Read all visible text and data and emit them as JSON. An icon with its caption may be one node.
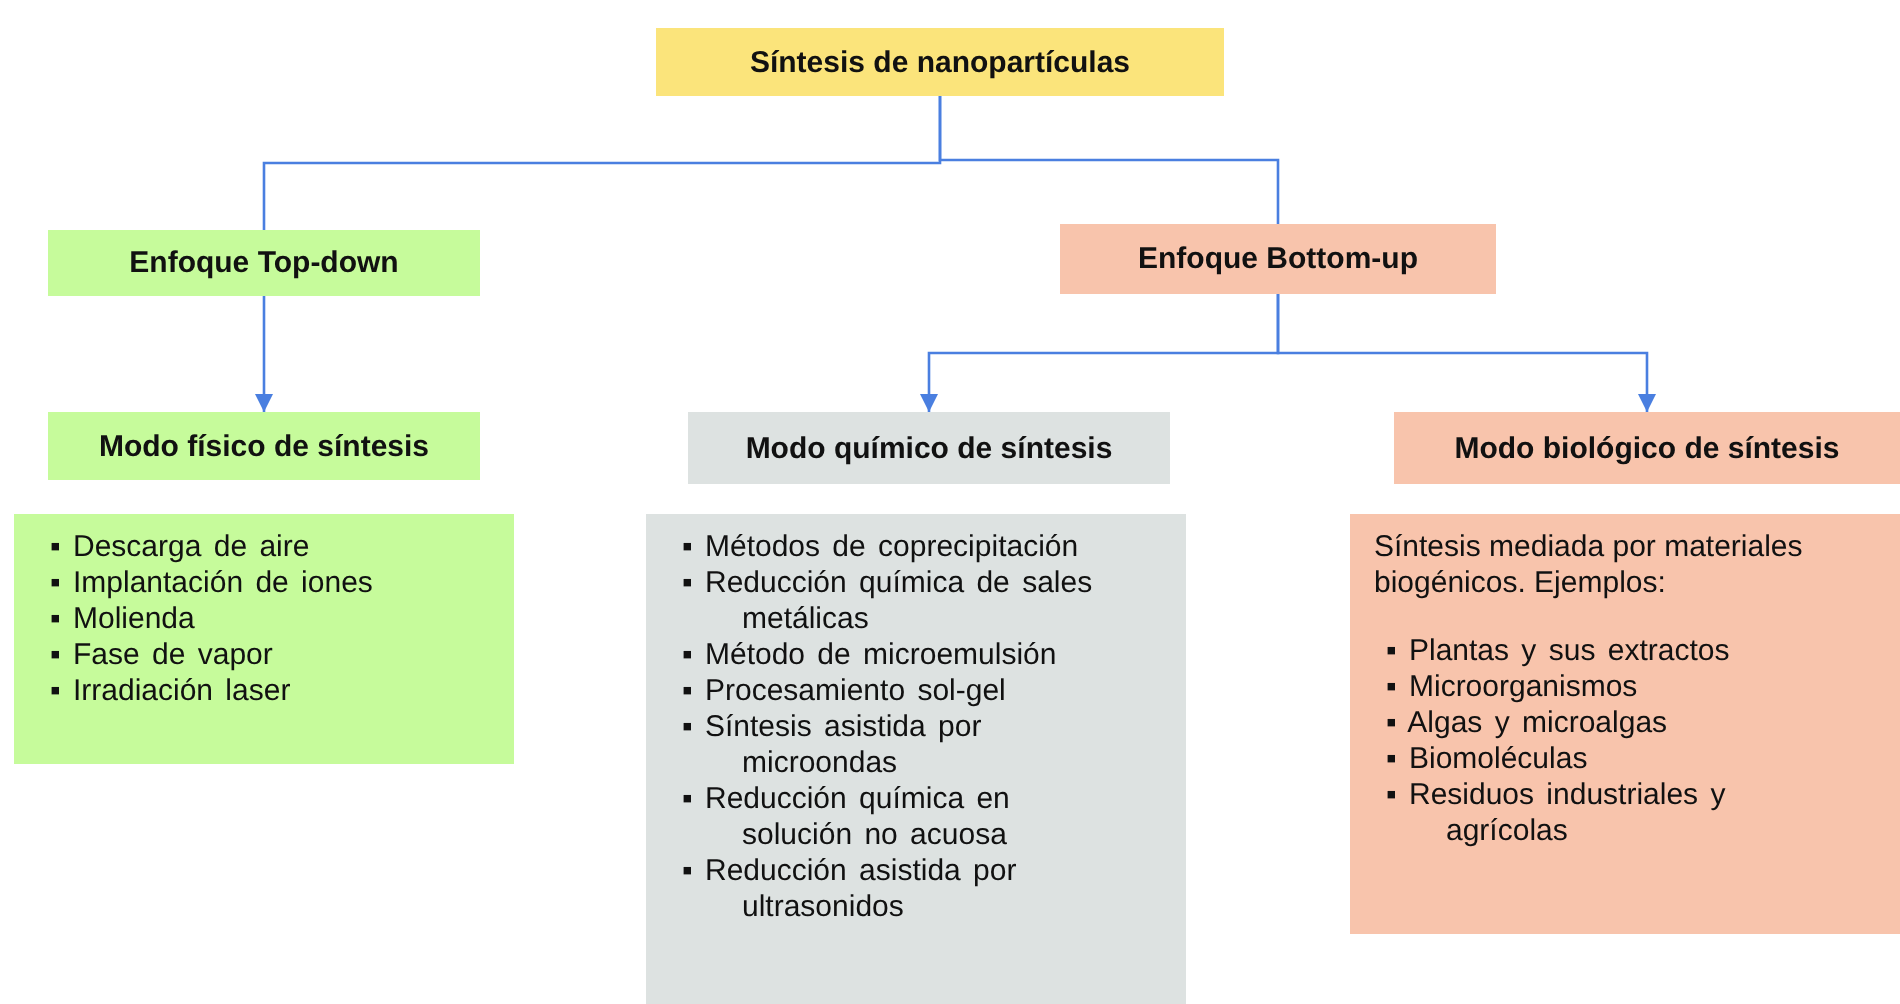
{
  "diagram": {
    "nodes": [
      {
        "text": [
          "Síntesis de nanopartículas"
        ]
      },
      {
        "text": [
          "Enfoque Top-down"
        ]
      },
      {
        "text": [
          "Enfoque Bottom-up"
        ]
      },
      {
        "text": [
          "Modo físico de síntesis"
        ]
      },
      {
        "text": [
          "Modo químico de síntesis"
        ]
      },
      {
        "text": [
          "Modo biológico de síntesis"
        ]
      },
      {
        "text": [
          "▪ Descarga de aire",
          "▪ Implantación de iones",
          "▪ Molienda",
          "▪ Fase de vapor",
          "▪ Irradiación laser"
        ]
      },
      {
        "text": [
          "▪ Métodos de coprecipitación",
          "▪ Reducción química de sales metálicas",
          "▪ Método de microemulsión",
          "▪ Procesamiento sol-gel",
          "▪ Síntesis asistida por microondas",
          "▪ Reducción química en solución no acuosa",
          "▪ Reducción asistida por ultrasonidos"
        ]
      },
      {
        "text": [
          "Síntesis mediada por materiales biogénicos. Ejemplos:",
          "▪ Plantas y sus extractos",
          "▪ Microorganismos",
          "▪ Algas y microalgas",
          "▪ Biomoléculas",
          "▪ Residuos industriales y agrícolas"
        ]
      }
    ],
    "edges": [
      {
        "from": 0,
        "to": 1,
        "arrow": "none"
      },
      {
        "from": 0,
        "to": 2,
        "arrow": "none"
      },
      {
        "from": 1,
        "to": 3,
        "arrow": "to"
      },
      {
        "from": 2,
        "to": 4,
        "arrow": "to"
      },
      {
        "from": 2,
        "to": 5,
        "arrow": "to"
      }
    ]
  }
}
